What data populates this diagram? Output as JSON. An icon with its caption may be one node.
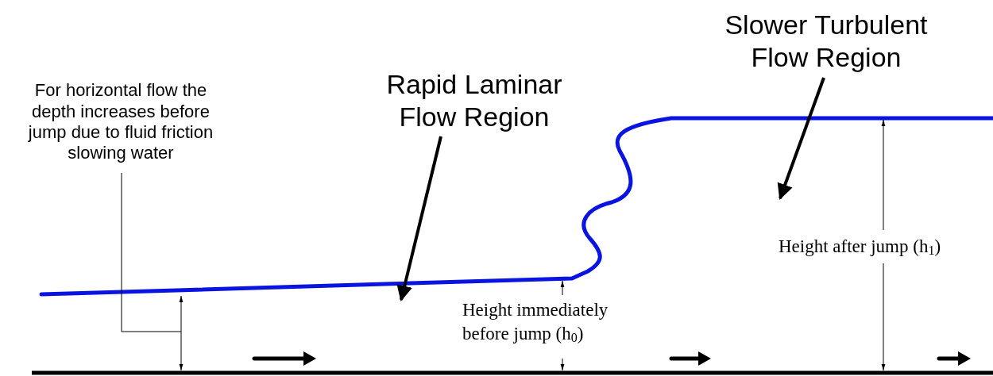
{
  "diagram": {
    "nodes": [
      {
        "text": [
          "For horizontal flow the depth increases before jump due to fluid friction slowing water"
        ]
      },
      {
        "text": [
          "Rapid Laminar Flow Region"
        ]
      },
      {
        "text": [
          "Slower Turbulent Flow Region"
        ]
      }
    ],
    "edges": [
      {
        "from": 0,
        "to": null,
        "arrow": "none"
      },
      {
        "from": 1,
        "to": null,
        "arrow": "to"
      },
      {
        "from": 2,
        "to": null,
        "arrow": "to"
      }
    ],
    "labels": [
      "Height immediately before jump (h$_{0}$)",
      "Height after jump (h$_{1}$)"
    ]
  }
}
